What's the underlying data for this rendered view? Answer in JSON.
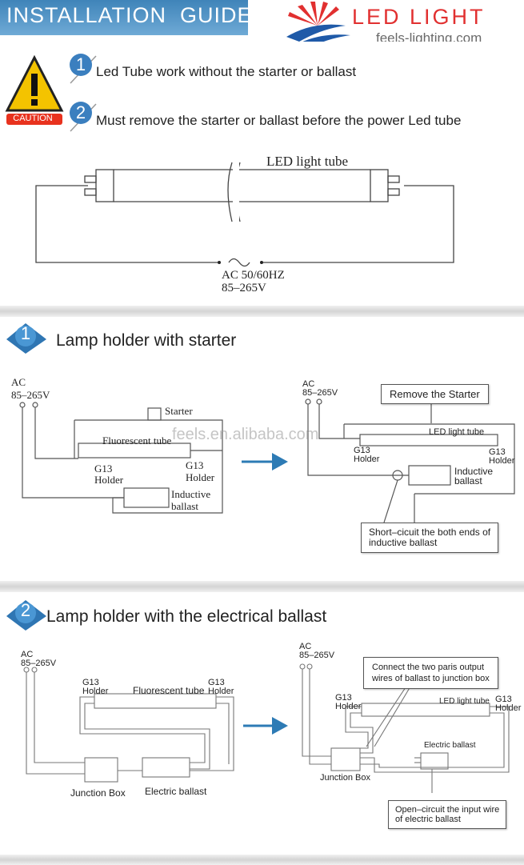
{
  "header": {
    "title": "INSTALLATION  GUIDE",
    "brand": "LED LIGHT",
    "url": "feels-lighting.com"
  },
  "colors": {
    "header_blue": "#4a8fc4",
    "brand_red": "#e13030",
    "badge_blue": "#3b7fbf",
    "arrow_blue": "#2d7bb5"
  },
  "caution": {
    "label": "CAUTION"
  },
  "tips": [
    {
      "number": "1",
      "text": "Led Tube work without the starter or ballast"
    },
    {
      "number": "2",
      "text": "Must remove the starter or ballast  before the power Led tube"
    }
  ],
  "overview": {
    "tube_label": "LED light tube",
    "ac_label": "AC 50/60HZ",
    "voltage": "85–265V"
  },
  "section1": {
    "number": "1",
    "heading": "Lamp holder with starter",
    "left": {
      "ac": "AC",
      "voltage": "85–265V",
      "starter": "Starter",
      "tube": "Fluorescent tube",
      "g13": "G13",
      "holder": "Holder",
      "inductive": "Inductive",
      "ballast": "ballast"
    },
    "right": {
      "ac": "AC",
      "voltage": "85–265V",
      "remove": "Remove the Starter",
      "tube": "LED light tube",
      "g13": "G13",
      "holder": "Holder",
      "inductive": "Inductive",
      "ballast": "ballast",
      "short_1": "Short–cicuit the both ends of",
      "short_2": "inductive ballast"
    },
    "watermark": "feels.en.alibaba.com"
  },
  "section2": {
    "number": "2",
    "heading": "Lamp holder with the electrical ballast",
    "left": {
      "ac": "AC",
      "voltage": "85–265V",
      "g13": "G13",
      "holder": "Holder",
      "tube": "Fluorescent tube",
      "junction": "Junction Box",
      "electric": "Electric ballast"
    },
    "right": {
      "ac": "AC",
      "voltage": "85–265V",
      "connect_1": "Connect the two paris output",
      "connect_2": "wires of ballast  to junction box",
      "g13": "G13",
      "holder": "Holder",
      "tube": "LED light tube",
      "electric": "Electric ballast",
      "junction": "Junction Box",
      "open_1": "Open–circuit the input wire",
      "open_2": "of electric ballast"
    }
  }
}
